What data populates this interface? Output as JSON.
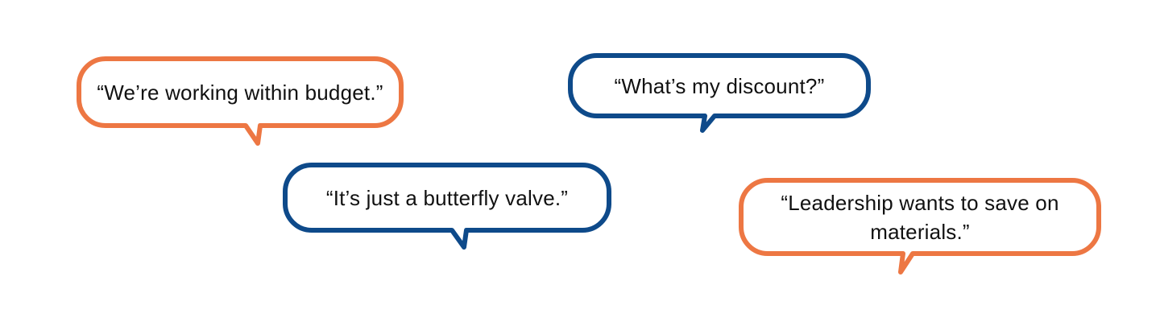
{
  "colors": {
    "orange": "#ED7743",
    "blue": "#0E4A8A",
    "text": "#111111",
    "fill": "#FFFFFF"
  },
  "bubbles": [
    {
      "text": "“We’re working within budget.”",
      "color": "orange"
    },
    {
      "text": "“What’s my discount?”",
      "color": "blue"
    },
    {
      "text": "“It’s just a butterfly valve.”",
      "color": "blue"
    },
    {
      "text": "“Leadership wants to save on materials.”",
      "color": "orange"
    }
  ]
}
